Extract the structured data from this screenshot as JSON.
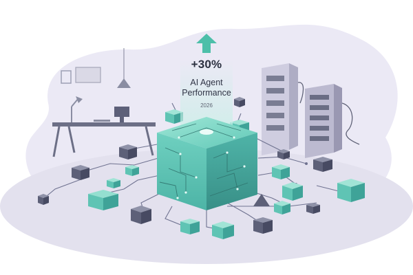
{
  "stat": {
    "value": "+30%",
    "title_line1": "AI Agent",
    "title_line2": "Performance",
    "year": "2026"
  },
  "icons": {
    "arrow": "arrow-up-icon",
    "main_cube": "central-ai-cube-icon",
    "desk": "office-desk-icon",
    "servers": "server-rack-icon"
  },
  "colors": {
    "teal": "#5cc7b5",
    "teal_dark": "#3f9f93",
    "slate": "#5a5d72",
    "lavender": "#e9e7f3",
    "text": "#2b3040"
  }
}
